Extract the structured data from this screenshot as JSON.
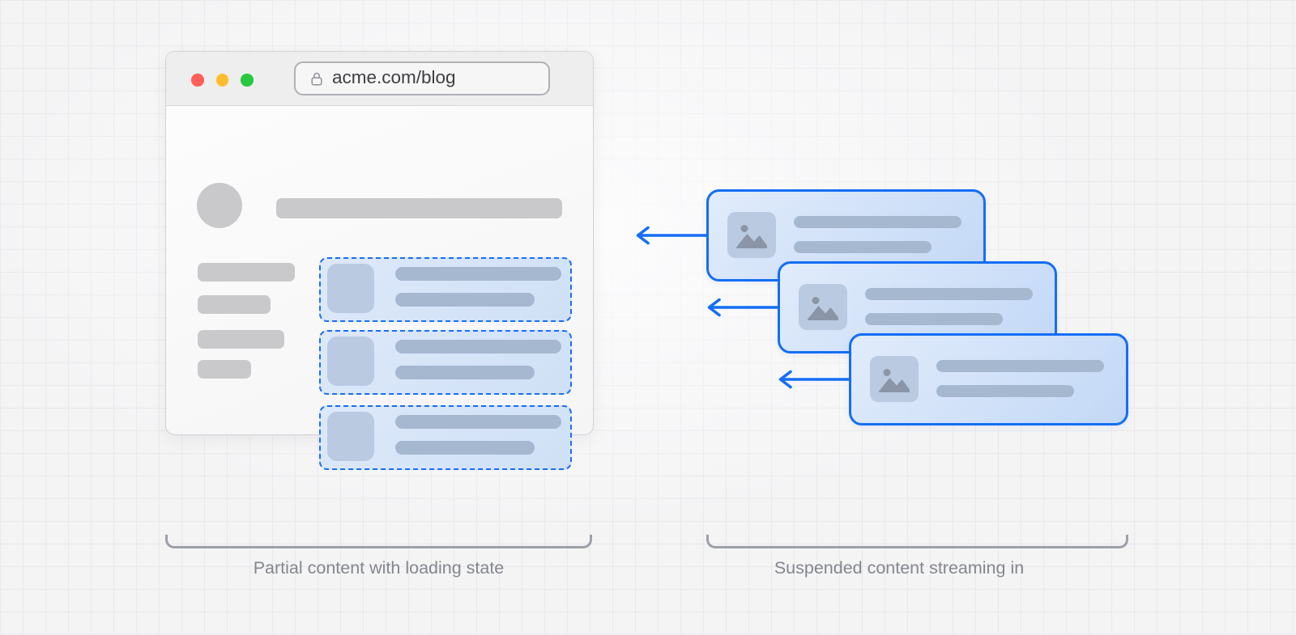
{
  "diagram": {
    "browser": {
      "url": "acme.com/blog",
      "traffic_lights": [
        "#ff5f57",
        "#febc2e",
        "#28c840"
      ],
      "sidebar_placeholder_count": 4,
      "skeleton_card_count": 3
    },
    "stream": {
      "card_count": 3
    },
    "captions": {
      "left": "Partial content with loading state",
      "right": "Suspended content streaming in"
    },
    "icons": [
      "lock-icon",
      "image-icon",
      "arrow-left-icon"
    ],
    "colors": {
      "accent_blue": "#146ef5",
      "dashed_border_blue": "#1a6ef3",
      "bar_blue_gray": "#a6b8d0",
      "thumb_blue_gray": "#bacae1",
      "skeleton_gray": "#c9c9cb",
      "caption_gray": "#83878e"
    }
  }
}
